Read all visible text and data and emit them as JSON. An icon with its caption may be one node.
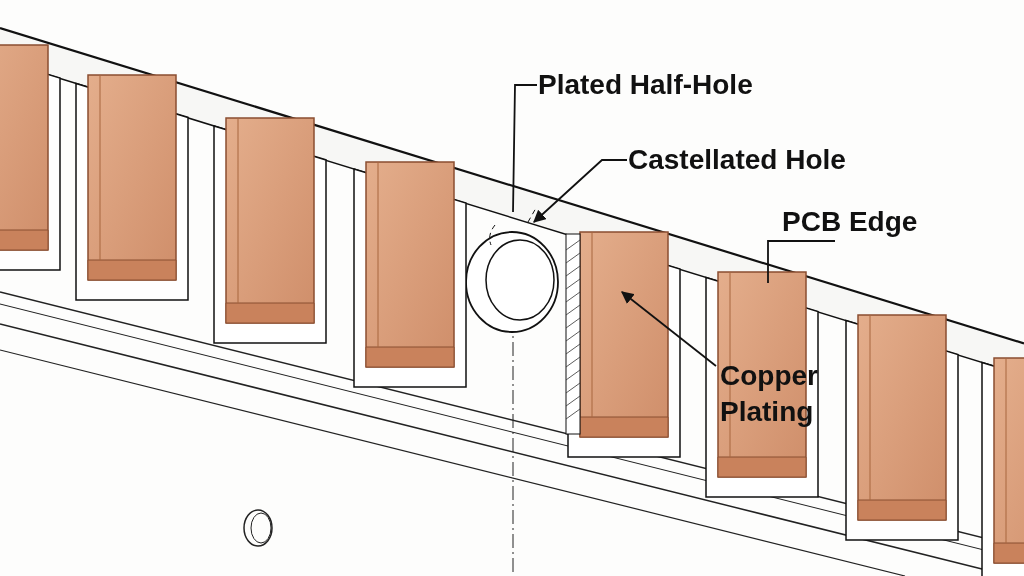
{
  "diagram": {
    "nodes": [
      {
        "text": [
          "Plated Half-Hole"
        ]
      },
      {
        "text": [
          "Castellated Hole"
        ]
      },
      {
        "text": [
          "PCB Edge"
        ]
      },
      {
        "text": [
          "Copper Plating"
        ]
      },
      {
        "text": [],
        "shape": "picture"
      }
    ],
    "edges": [
      {
        "from": 0,
        "to": null,
        "arrow": "none"
      },
      {
        "from": 1,
        "to": null,
        "arrow": "to"
      },
      {
        "from": 2,
        "to": null,
        "arrow": "none"
      },
      {
        "from": 3,
        "to": 4,
        "arrow": "to"
      }
    ]
  }
}
